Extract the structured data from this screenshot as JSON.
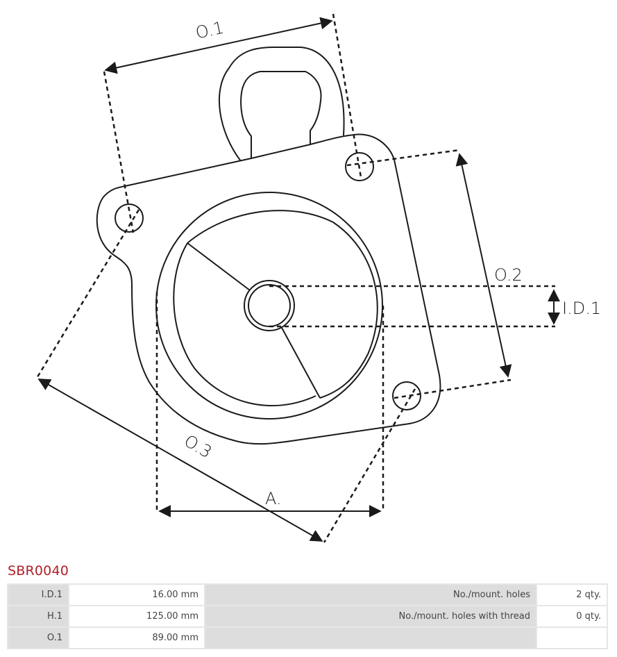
{
  "diagram": {
    "labels": {
      "o1": "O.1",
      "o2": "O.2",
      "o3": "O.3",
      "id1": "I.D.1",
      "a": "A."
    },
    "stroke_color": "#1a1a1a"
  },
  "part": {
    "code": "SBR0040",
    "title_color": "#b1202a"
  },
  "specs": {
    "rows": [
      {
        "label": "I.D.1",
        "value": "16.00 mm",
        "label2": "No./mount. holes",
        "value2": "2 qty."
      },
      {
        "label": "H.1",
        "value": "125.00 mm",
        "label2": "No./mount. holes with thread",
        "value2": "0 qty."
      },
      {
        "label": "O.1",
        "value": "89.00 mm",
        "label2": "",
        "value2": ""
      }
    ]
  }
}
